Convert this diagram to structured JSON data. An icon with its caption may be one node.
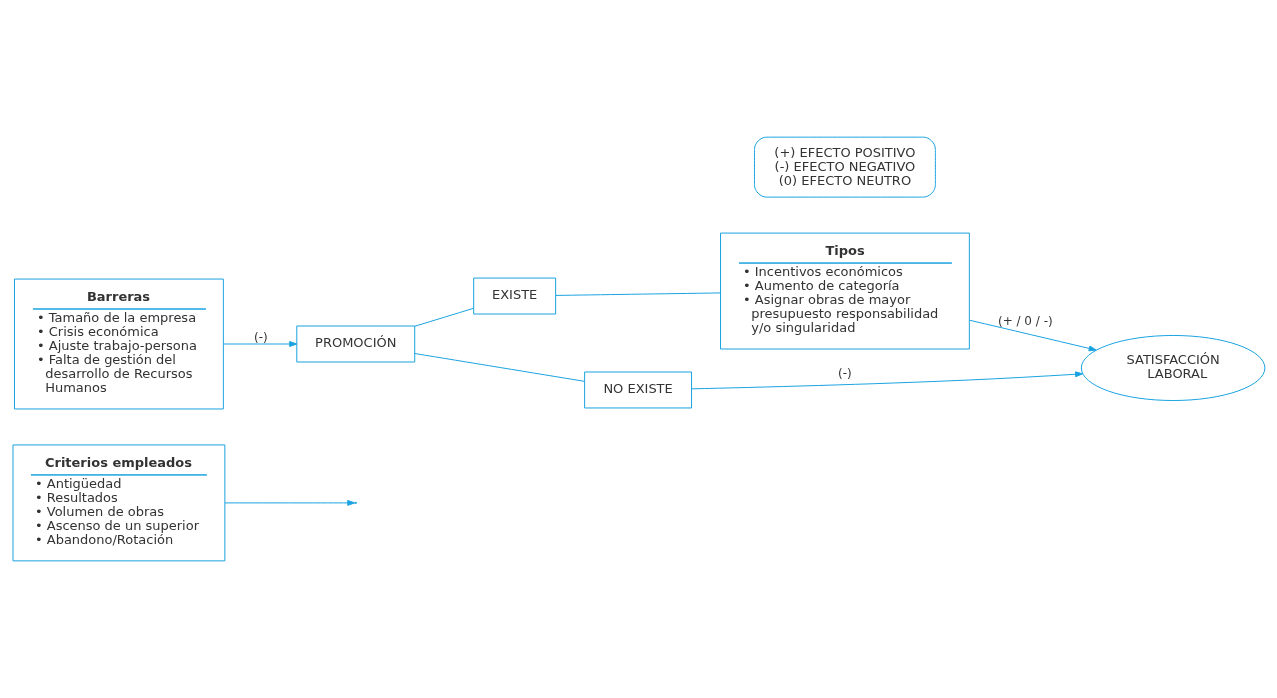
{
  "diagram": {
    "nodes": [
      {
        "text": [
          "Criterios empleados",
          "• Antigüedad",
          "• Resultados",
          "• Volumen de obras",
          "• Ascenso de un superior",
          "• Abandono/Rotación"
        ]
      },
      {
        "text": [
          "PROMOCIÓN"
        ]
      },
      {
        "text": [
          "EXISTE"
        ]
      },
      {
        "text": [
          "NO EXISTE"
        ]
      },
      {
        "text": [
          "Tipos",
          "• Incentivos económicos",
          "• Aumento de categoría",
          "• Asignar obras de mayor presupuesto responsabilidad y/o singularidad"
        ]
      },
      {
        "text": [
          "Barreras",
          "• Tamaño de la empresa",
          "• Crisis económica",
          "• Ajuste trabajo-persona",
          "• Falta de gestión del desarrollo de Recursos Humanos"
        ]
      },
      {
        "text": [
          "SATISFACCIÓN LABORAL"
        ]
      },
      {
        "text": [
          "(+) EFECTO POSITIVO",
          "(-) EFECTO NEGATIVO",
          "(0) EFECTO NEUTRO"
        ]
      }
    ],
    "edges": [
      {
        "from": 0,
        "to": null,
        "arrow": "to"
      },
      {
        "from": 1,
        "to": 2,
        "arrow": "none"
      },
      {
        "from": 1,
        "to": 3,
        "arrow": "none"
      },
      {
        "from": 2,
        "to": 4,
        "arrow": "none"
      },
      {
        "from": 5,
        "to": 1,
        "arrow": "to",
        "label": "(-)"
      },
      {
        "from": 3,
        "to": 6,
        "arrow": "to",
        "label": "(-)"
      },
      {
        "from": 4,
        "to": 6,
        "arrow": "to",
        "label": "(+ / 0 / -)"
      }
    ]
  }
}
